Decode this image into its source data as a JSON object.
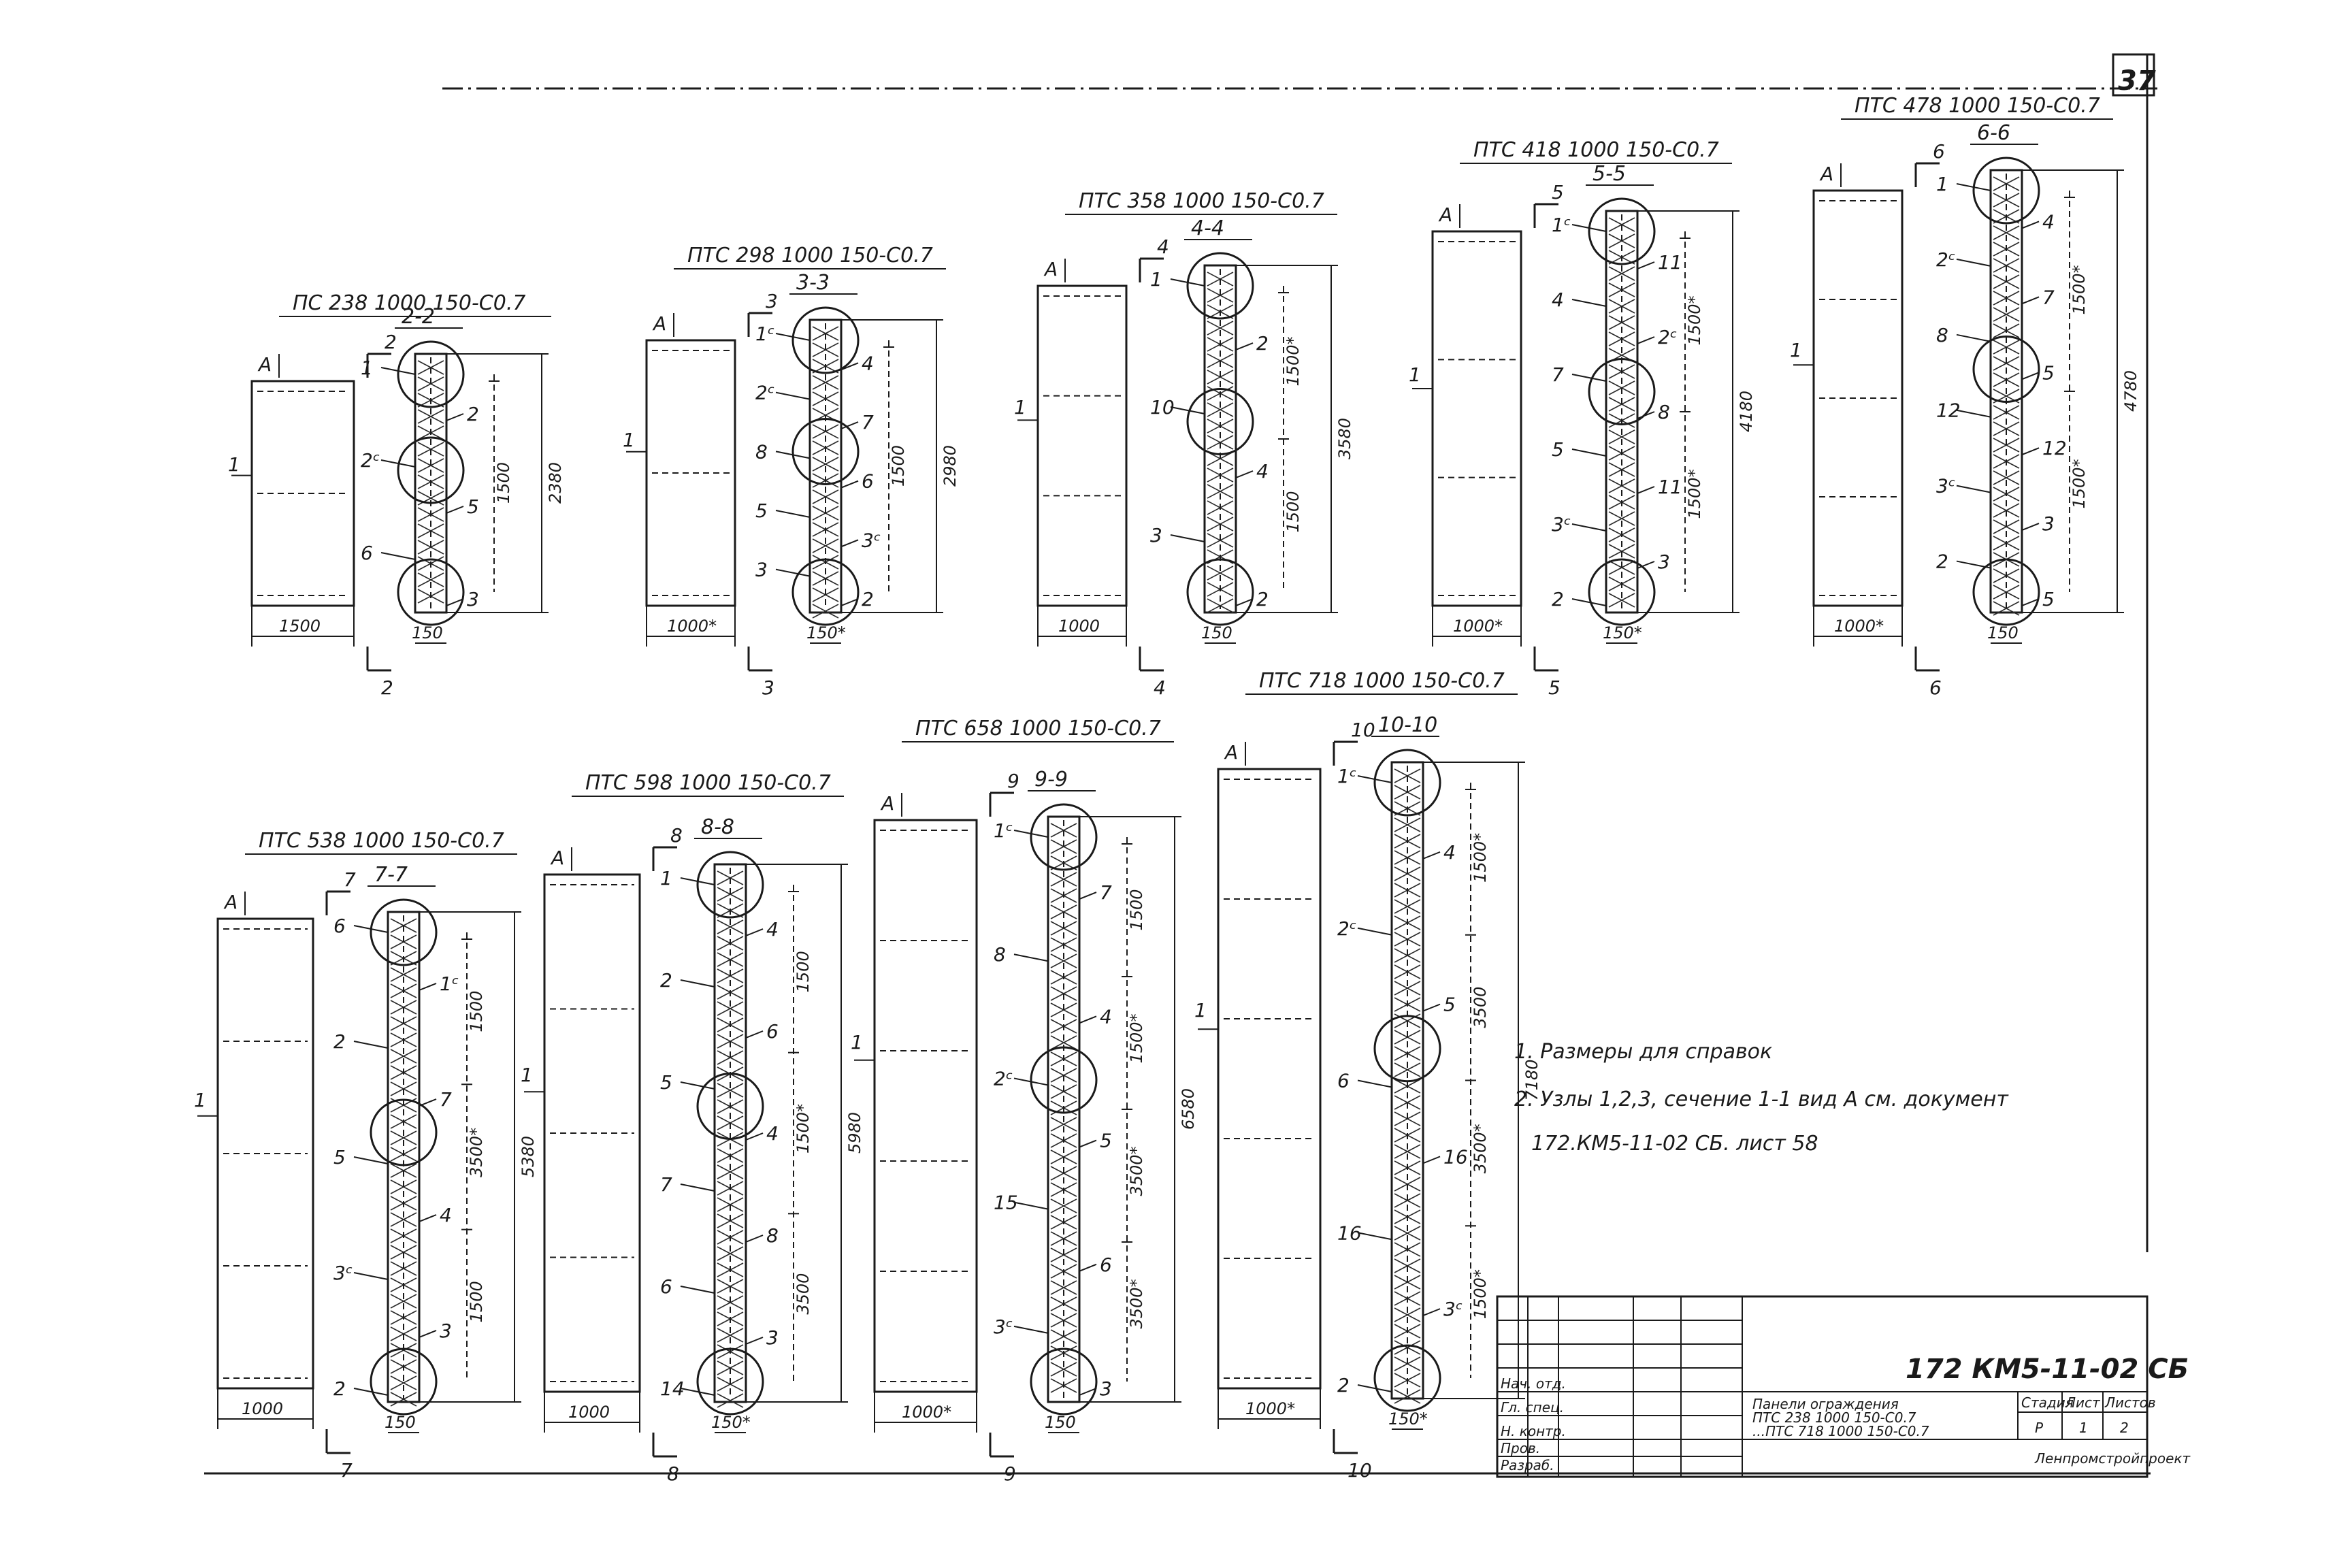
{
  "sheet_number": "37",
  "panels": [
    {
      "id": "2",
      "title": "ПС 238 1000 150-С0.7",
      "section": "2-2",
      "width": "1500",
      "thk": "150",
      "height": "2380",
      "dims": [
        "1500"
      ],
      "marks": [
        "1",
        "2",
        "2ᶜ",
        "5",
        "6",
        "3"
      ],
      "cut": "2",
      "sec_label": "2"
    },
    {
      "id": "3",
      "title": "ПТС 298 1000 150-С0.7",
      "section": "3-3",
      "width": "1000*",
      "thk": "150*",
      "height": "2980",
      "dims": [
        "1500"
      ],
      "marks": [
        "1ᶜ",
        "4",
        "2ᶜ",
        "7",
        "8",
        "6",
        "5",
        "3ᶜ",
        "3",
        "2"
      ],
      "cut": "3",
      "sec_label": "3"
    },
    {
      "id": "4",
      "title": "ПТС 358 1000 150-С0.7",
      "section": "4-4",
      "width": "1000",
      "thk": "150",
      "height": "3580",
      "dims": [
        "1500*",
        "1500"
      ],
      "marks": [
        "1",
        "2",
        "10",
        "4",
        "3",
        "2"
      ],
      "cut": "4",
      "sec_label": "4"
    },
    {
      "id": "5",
      "title": "ПТС 418 1000 150-С0.7",
      "section": "5-5",
      "width": "1000*",
      "thk": "150*",
      "height": "4180",
      "dims": [
        "1500*",
        "1500*"
      ],
      "marks": [
        "1ᶜ",
        "11",
        "4",
        "2ᶜ",
        "7",
        "8",
        "5",
        "11",
        "3ᶜ",
        "3",
        "2"
      ],
      "cut": "5",
      "sec_label": "5"
    },
    {
      "id": "6",
      "title": "ПТС 478 1000 150-С0.7",
      "section": "6-6",
      "width": "1000*",
      "thk": "150",
      "height": "4780",
      "dims": [
        "1500*",
        "1500*"
      ],
      "marks": [
        "1",
        "4",
        "2ᶜ",
        "7",
        "8",
        "5",
        "12",
        "12",
        "3ᶜ",
        "3",
        "2",
        "5"
      ],
      "cut": "6",
      "sec_label": "6"
    },
    {
      "id": "7",
      "title": "ПТС 538 1000 150-С0.7",
      "section": "7-7",
      "width": "1000",
      "thk": "150",
      "height": "5380",
      "dims": [
        "1500",
        "3500*",
        "1500"
      ],
      "marks": [
        "6",
        "1ᶜ",
        "2",
        "7",
        "5",
        "4",
        "3ᶜ",
        "3",
        "2"
      ],
      "cut": "7",
      "sec_label": "7"
    },
    {
      "id": "8",
      "title": "ПТС 598 1000 150-С0.7",
      "section": "8-8",
      "width": "1000",
      "thk": "150*",
      "height": "5980",
      "dims": [
        "1500",
        "1500*",
        "3500"
      ],
      "marks": [
        "1",
        "4",
        "2",
        "6",
        "5",
        "4",
        "7",
        "8",
        "6",
        "3",
        "14"
      ],
      "cut": "8",
      "sec_label": "8"
    },
    {
      "id": "9",
      "title": "ПТС 658 1000 150-С0.7",
      "section": "9-9",
      "width": "1000*",
      "thk": "150",
      "height": "6580",
      "dims": [
        "1500",
        "1500*",
        "3500*",
        "3500*"
      ],
      "marks": [
        "1ᶜ",
        "7",
        "8",
        "4",
        "2ᶜ",
        "5",
        "15",
        "6",
        "3ᶜ",
        "3"
      ],
      "cut": "9",
      "sec_label": "9"
    },
    {
      "id": "10",
      "title": "ПТС 718 1000 150-С0.7",
      "section": "10-10",
      "width": "1000*",
      "thk": "150*",
      "height": "7180",
      "dims": [
        "1500*",
        "3500",
        "3500*",
        "1500*"
      ],
      "marks": [
        "1ᶜ",
        "4",
        "2ᶜ",
        "5",
        "6",
        "16",
        "16",
        "3ᶜ",
        "2"
      ],
      "cut": "10",
      "sec_label": "10"
    }
  ],
  "markers": {
    "view_a": "А",
    "axis_1": "1"
  },
  "notes": [
    "1. Размеры для справок",
    "2. Узлы 1,2,3, сечение 1-1 вид А см. документ",
    "172.КМ5-11-02 СБ. лист 58"
  ],
  "title_block": {
    "code": "172 КМ5-11-02 СБ",
    "description": [
      "Панели ограждения",
      "ПТС 238 1000 150-С0.7",
      "...ПТС 718 1000 150-С0.7"
    ],
    "stage_header": [
      "Стадия",
      "Лист",
      "Листов"
    ],
    "stage_values": [
      "Р",
      "1",
      "2"
    ],
    "org": "Ленпромстройпроект",
    "rows": [
      "Нач. отд.",
      "Гл. спец.",
      "Н. контр.",
      "Пров.",
      "Разраб."
    ]
  }
}
